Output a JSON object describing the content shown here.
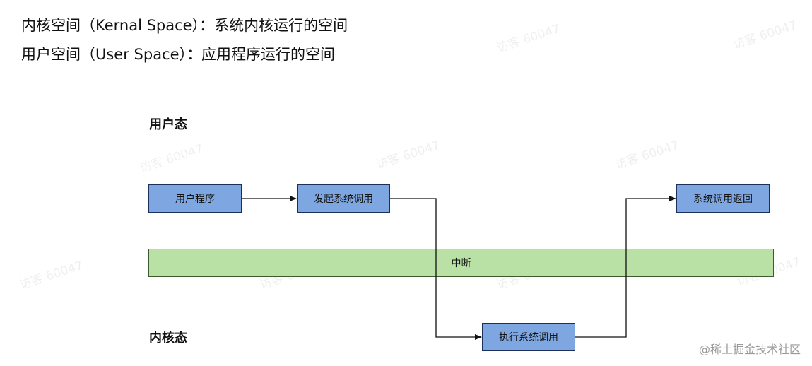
{
  "intro": {
    "line1": "内核空间（Kernal Space）：系统内核运行的空间",
    "line2": "用户空间（User Space）：应用程序运行的空间"
  },
  "diagram": {
    "user_mode_label": "用户态",
    "kernel_mode_label": "内核态",
    "interrupt_label": "中断",
    "boxes": {
      "user_program": "用户程序",
      "initiate_syscall": "发起系统调用",
      "execute_syscall": "执行系统调用",
      "syscall_return": "系统调用返回"
    },
    "colors": {
      "box_fill": "#7ea6e0",
      "interrupt_fill": "#b9e0a5",
      "line": "#111111"
    }
  },
  "watermark": {
    "text": "访客 60047"
  },
  "credit": "@稀土掘金技术社区"
}
